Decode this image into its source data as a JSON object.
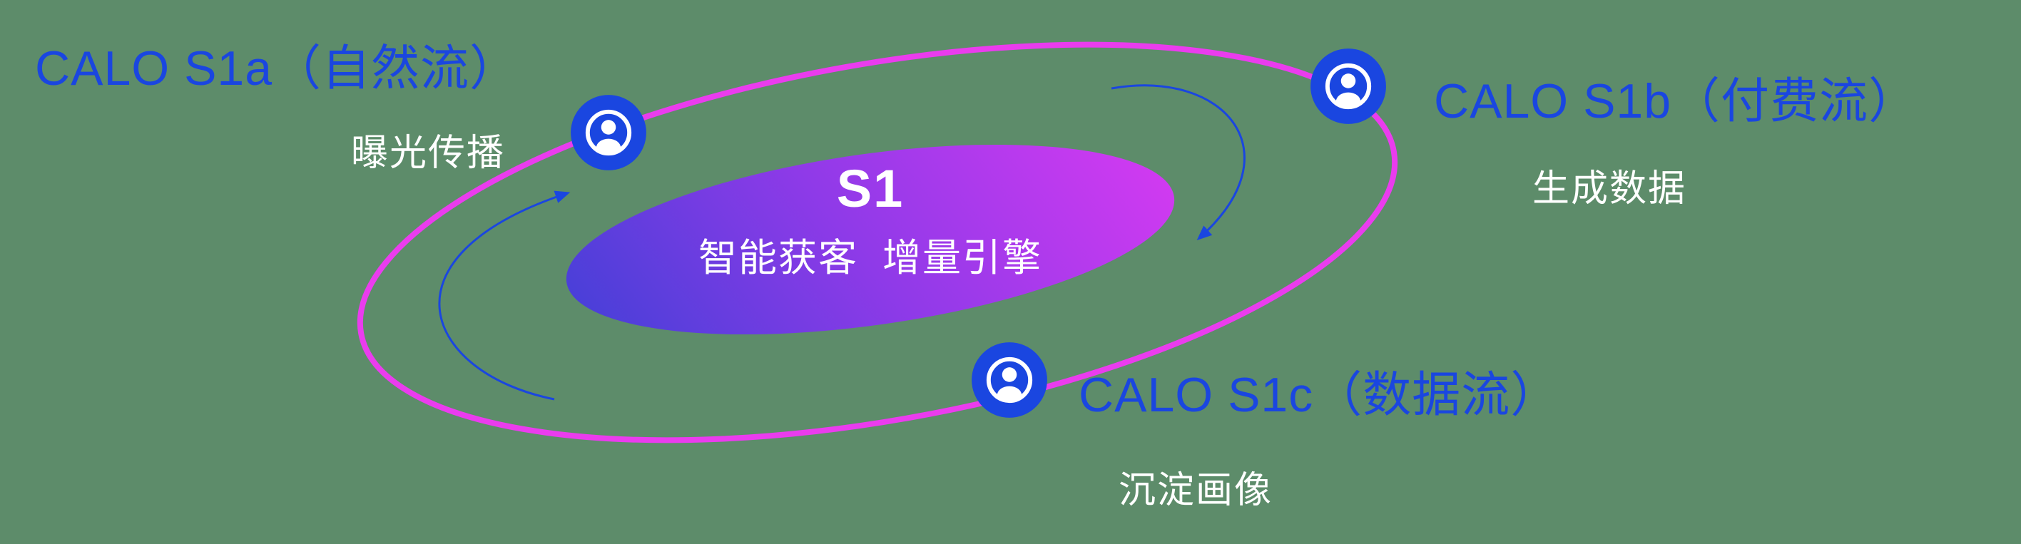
{
  "palette": {
    "canvas_green": "#5d8c6a",
    "accent_blue": "#1a46e0",
    "ring_magenta": "#ea3cee",
    "gradient_blue": "#4040d6",
    "gradient_violet": "#8f3ae8",
    "gradient_magenta": "#d93af2",
    "text_white": "#ffffff"
  },
  "core": {
    "title": "S1",
    "subtitle": "智能获客  增量引擎"
  },
  "nodes": [
    {
      "id": "s1a",
      "label": "CALO S1a（自然流）",
      "sublabel": "曝光传播",
      "icon": "user-in-circle"
    },
    {
      "id": "s1b",
      "label": "CALO S1b（付费流）",
      "sublabel": "生成数据",
      "icon": "user-in-circle"
    },
    {
      "id": "s1c",
      "label": "CALO S1c（数据流）",
      "sublabel": "沉淀画像",
      "icon": "user-in-circle"
    }
  ]
}
